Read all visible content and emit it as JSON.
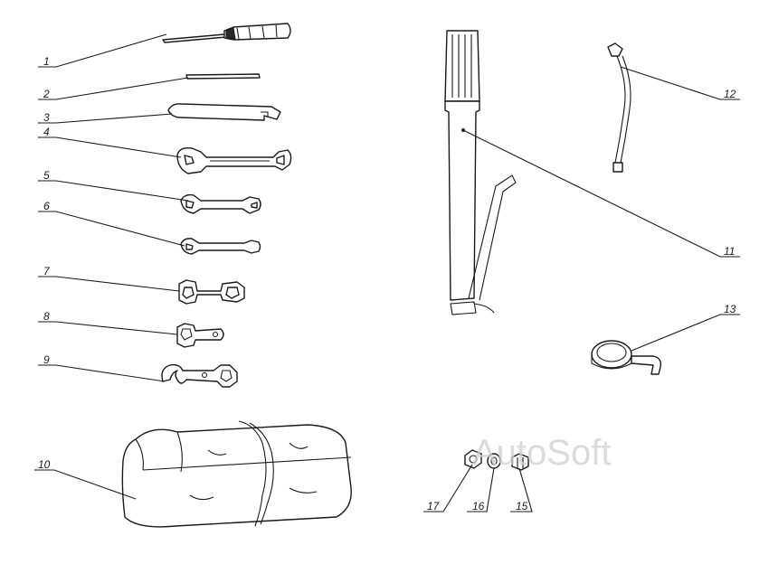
{
  "figure": {
    "watermark": "AutoSoft",
    "callouts": [
      "1",
      "2",
      "3",
      "4",
      "5",
      "6",
      "7",
      "8",
      "9",
      "10",
      "11",
      "12",
      "13",
      "15",
      "16",
      "17"
    ]
  }
}
